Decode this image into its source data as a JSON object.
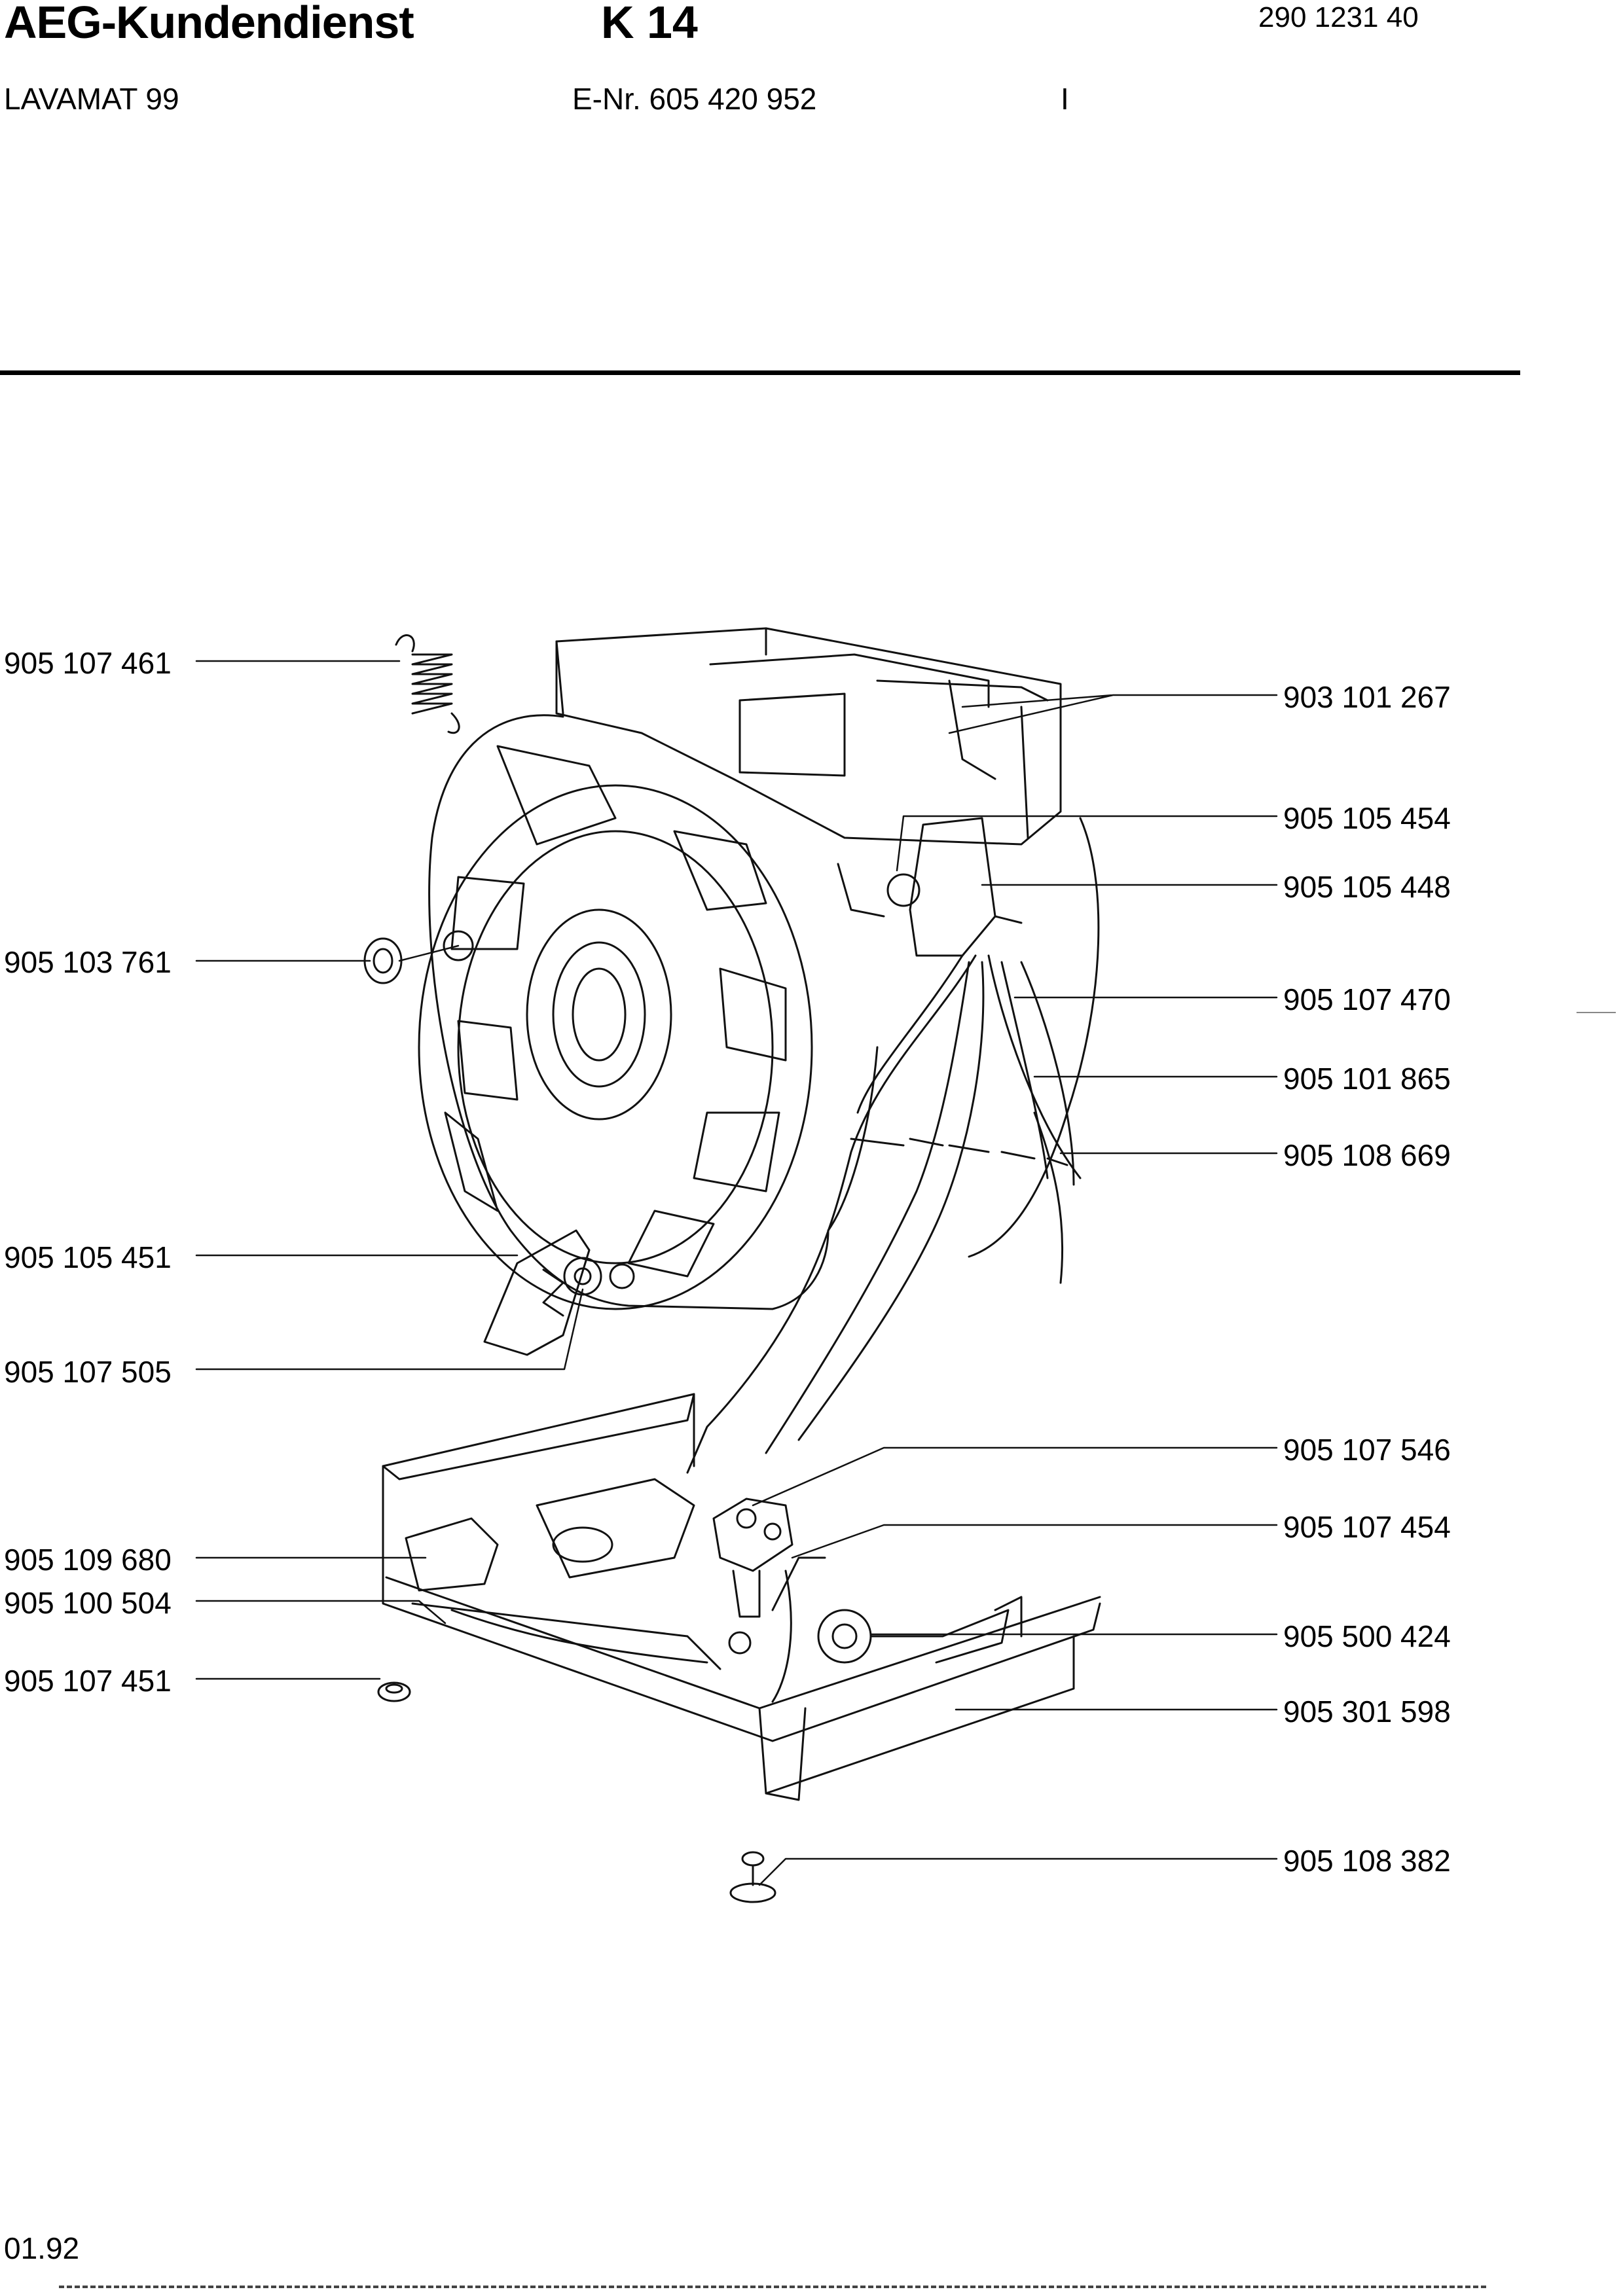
{
  "header": {
    "brand": "AEG-Kundendienst",
    "sheet": "K 14",
    "doc_number": "290 1231 40",
    "model": "LAVAMAT 99",
    "e_nr": "E-Nr. 605 420 952",
    "mark": "I"
  },
  "parts_left": [
    "905 107 461",
    "905 103 761",
    "905 105 451",
    "905 107 505",
    "905 109 680",
    "905 100 504",
    "905 107 451"
  ],
  "parts_right": [
    "903 101 267",
    "905 105 454",
    "905 105 448",
    "905 107 470",
    "905 101 865",
    "905 108 669",
    "905 107 546",
    "905 107 454",
    "905 500 424",
    "905 301 598",
    "905 108 382"
  ],
  "footer": {
    "date": "01.92"
  }
}
